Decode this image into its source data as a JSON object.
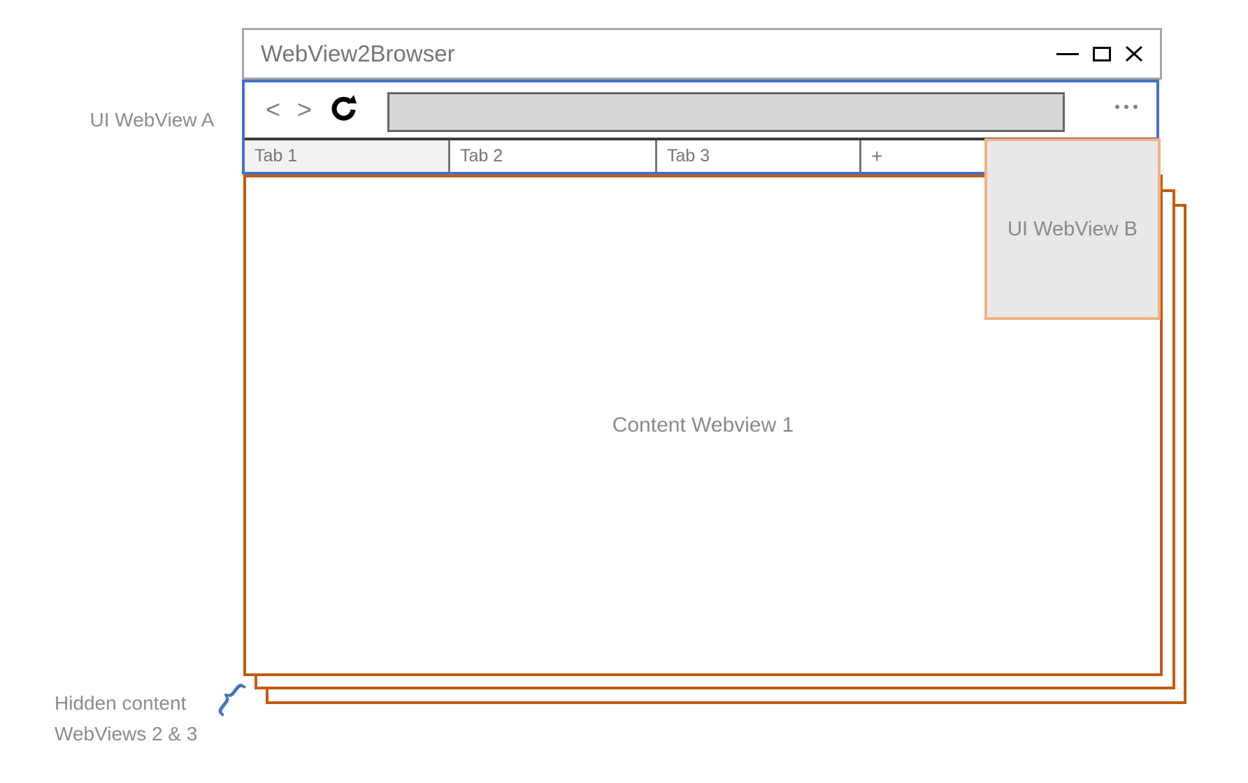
{
  "window": {
    "title": "WebView2Browser"
  },
  "toolbar": {
    "back_glyph": "<",
    "forward_glyph": ">",
    "reload_icon": "reload-circular-arrow",
    "menu_icon": "ellipsis-three-dots",
    "address_bar": {
      "value": "",
      "placeholder": ""
    }
  },
  "tabs": [
    {
      "label": "Tab 1",
      "active": true
    },
    {
      "label": "Tab 2",
      "active": false
    },
    {
      "label": "Tab 3",
      "active": false
    },
    {
      "label": "+",
      "active": false
    }
  ],
  "labels": {
    "ui_webview_a": "UI WebView A",
    "ui_webview_b": "UI WebView B",
    "content_webview_1": "Content Webview 1",
    "hidden_webviews_line1": "Hidden content",
    "hidden_webviews_line2": "WebViews 2 & 3",
    "brace_glyph": "{"
  },
  "colors": {
    "accent_blue": "#4472C4",
    "accent_orange": "#C55A11",
    "accent_peach": "#F4B183",
    "window_border_gray": "#A6A6A6",
    "tab_divider_gray": "#757575",
    "tab_active_bg": "#F2F2F2",
    "address_fill_gray": "#D7D7D7",
    "text_gray": "#808080",
    "webview_b_fill": "#E9E8E8"
  }
}
